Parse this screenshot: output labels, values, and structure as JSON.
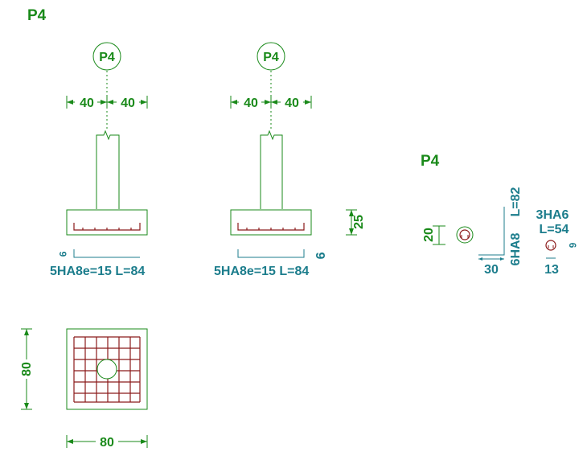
{
  "drawing": {
    "title": "P4",
    "colors": {
      "concrete": "#1a8a1a",
      "rebar": "#8b1a1a",
      "bar_text": "#1c7d8c",
      "background": "#ffffff"
    },
    "elevation_1": {
      "column_tag": "P4",
      "dim_left": "40",
      "dim_right": "40",
      "bar_hook": "9",
      "bar_label": "5HA8e=15  L=84"
    },
    "elevation_2": {
      "column_tag": "P4",
      "dim_left": "40",
      "dim_right": "40",
      "footing_height": "25",
      "bar_hook": "9",
      "bar_label": "5HA8e=15  L=84"
    },
    "plan": {
      "dim_vertical": "80",
      "dim_horizontal": "80"
    },
    "starter_bars": {
      "title": "P4",
      "dim_section": "20",
      "bar_main": "6HA8",
      "bar_main_length": "L=82",
      "dim_leg": "30",
      "stirrup_label": "3HA6",
      "stirrup_length": "L=54",
      "stirrup_dim_side": "6",
      "stirrup_dim_bottom": "13"
    }
  }
}
